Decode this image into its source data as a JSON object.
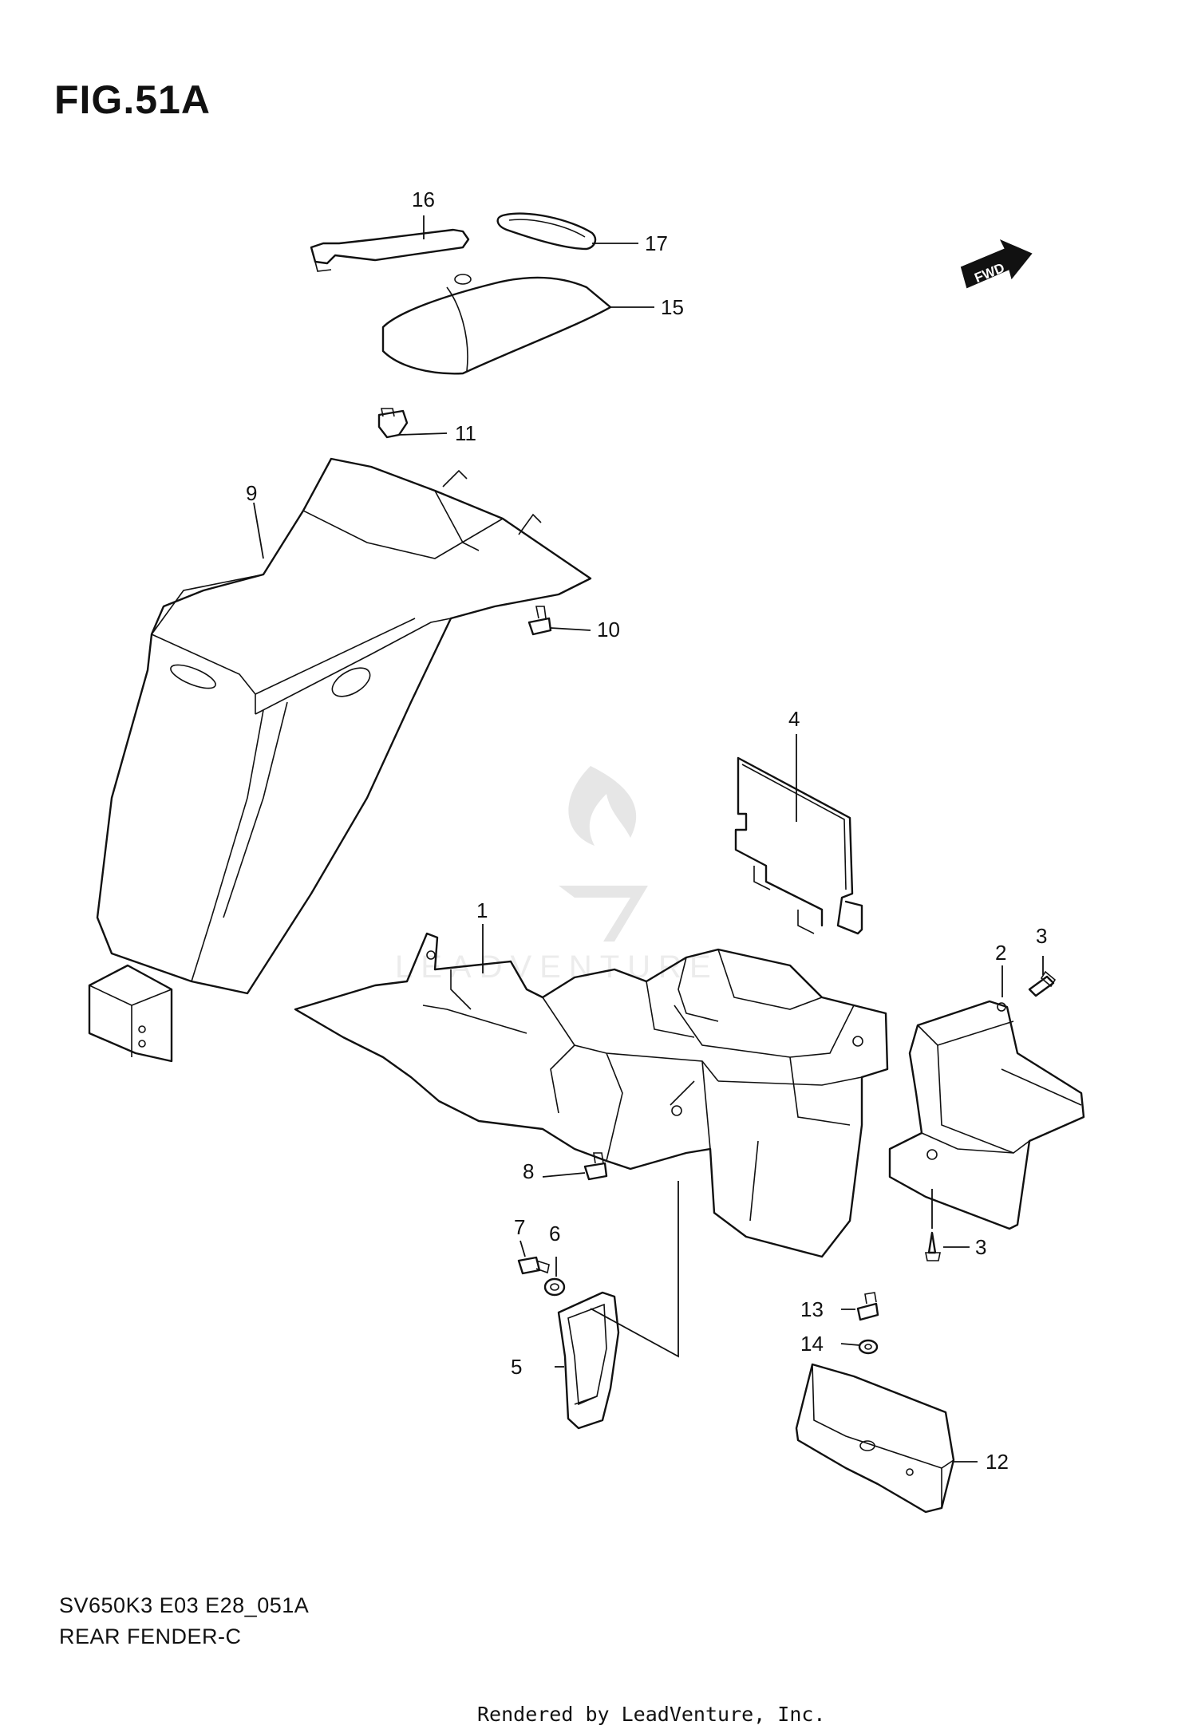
{
  "figure": {
    "title": "FIG.51A",
    "code": "SV650K3 E03 E28_051A",
    "caption": "REAR FENDER-C",
    "rendered_by": "Rendered by LeadVenture, Inc.",
    "fwd_label": "FWD",
    "watermark": "LEADVENTURE"
  },
  "callouts": [
    "1",
    "2",
    "3",
    "3",
    "4",
    "5",
    "6",
    "7",
    "8",
    "9",
    "10",
    "11",
    "12",
    "13",
    "14",
    "15",
    "16",
    "17"
  ]
}
